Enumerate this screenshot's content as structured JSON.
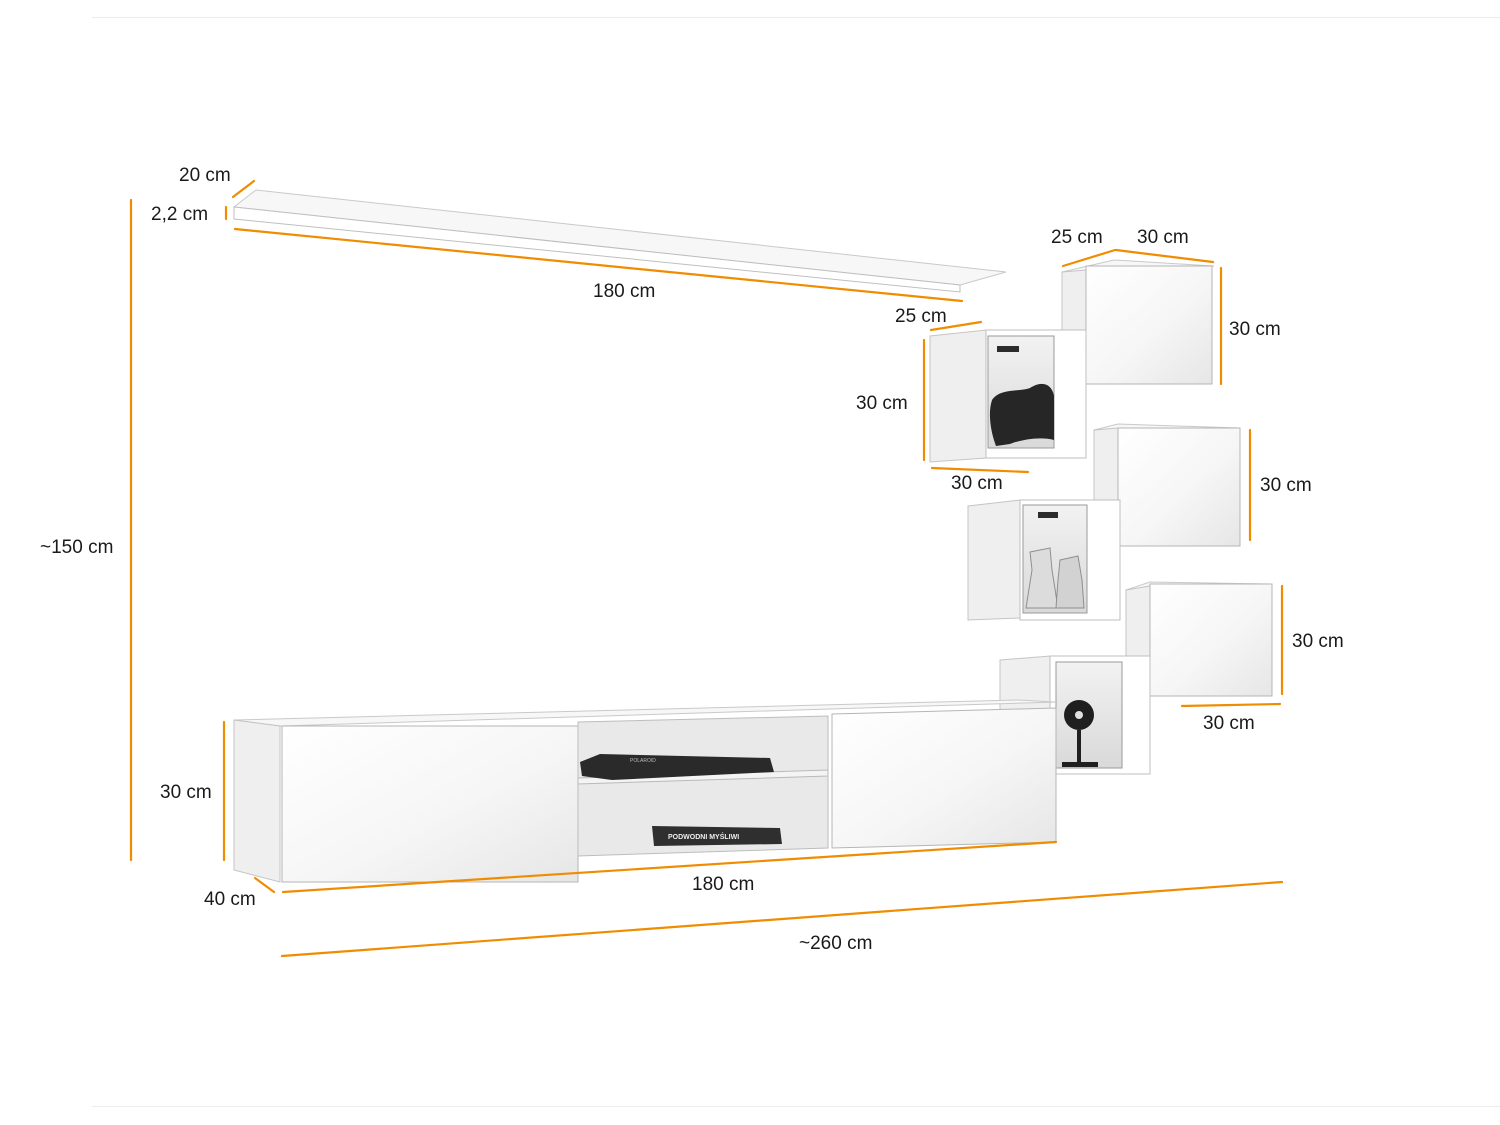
{
  "dimensions": {
    "shelf_depth": "20 cm",
    "shelf_thickness": "2,2 cm",
    "shelf_length": "180 cm",
    "total_height": "~150 cm",
    "cube_a_depth": "25 cm",
    "cube_a_width": "30 cm",
    "cube_a_height": "30 cm",
    "cube_b_depth": "25 cm",
    "cube_b_height": "30 cm",
    "cube_b_width": "30 cm",
    "cube_c_height": "30 cm",
    "cube_d_height": "30 cm",
    "cube_d_width": "30 cm",
    "tv_height": "30 cm",
    "tv_depth": "40 cm",
    "tv_length": "180 cm",
    "total_width": "~260 cm"
  },
  "items": {
    "book_title": "PODWODNI MYŚLIWI",
    "dvd_brand": "POLAROID"
  },
  "colors": {
    "dimension_line": "#f08c00",
    "furniture": "#ffffff",
    "background": "#ffffff"
  }
}
